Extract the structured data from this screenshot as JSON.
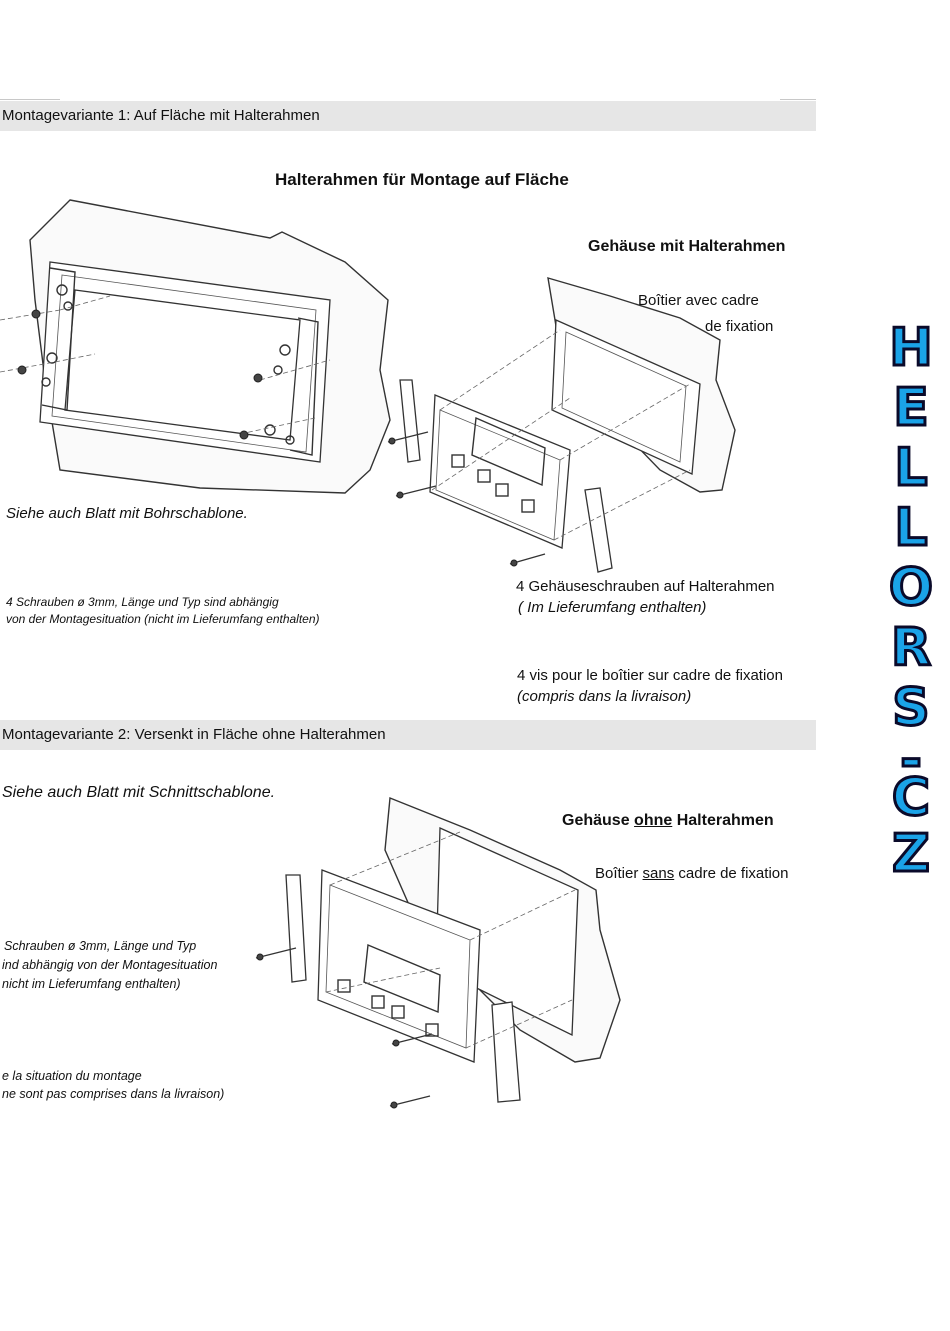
{
  "section1": {
    "banner": "Montagevariante 1: Auf Fläche mit Halterahmen",
    "title": "Halterahmen für Montage auf Fläche",
    "housing_with_frame": "Gehäuse mit Halterahmen",
    "boitier_line1": "Boîtier avec cadre",
    "boitier_line2": "de fixation",
    "see_template": "Siehe auch Blatt mit Bohrschablone.",
    "screws_line1": "4 Schrauben ø 3mm,  Länge und Typ sind abhängig",
    "screws_line2": "von der Montagesituation (nicht im Lieferumfang enthalten)",
    "housing_screws": "4 Gehäuseschrauben auf Halterahmen",
    "included": "( Im Lieferumfang enthalten)",
    "vis": "4 vis pour le boîtier sur cadre de fixation",
    "compris": "(compris dans la livraison)"
  },
  "section2": {
    "banner": "Montagevariante 2: Versenkt in Fläche ohne Halterahmen",
    "see_template": "Siehe auch Blatt mit Schnittschablone.",
    "housing_pre": "Gehäuse",
    "housing_without": "ohne",
    "housing_post": "Halterahmen",
    "boitier_pre": "Boîtier",
    "boitier_sans": "sans",
    "boitier_post": "cadre de fixation",
    "screws_line1": "Schrauben ø 3mm,  Länge und Typ",
    "screws_line2": "ind abhängig von der Montagesituation",
    "screws_line3": "nicht im Lieferumfang enthalten)",
    "fr_line1": "e la situation du montage",
    "fr_line2": "ne sont pas comprises dans la livraison)"
  },
  "watermark": {
    "letters": [
      "H",
      "E",
      "L",
      "L",
      "O",
      "R",
      "S",
      "-",
      "C",
      "Z"
    ],
    "color": "#1aa3e8"
  }
}
